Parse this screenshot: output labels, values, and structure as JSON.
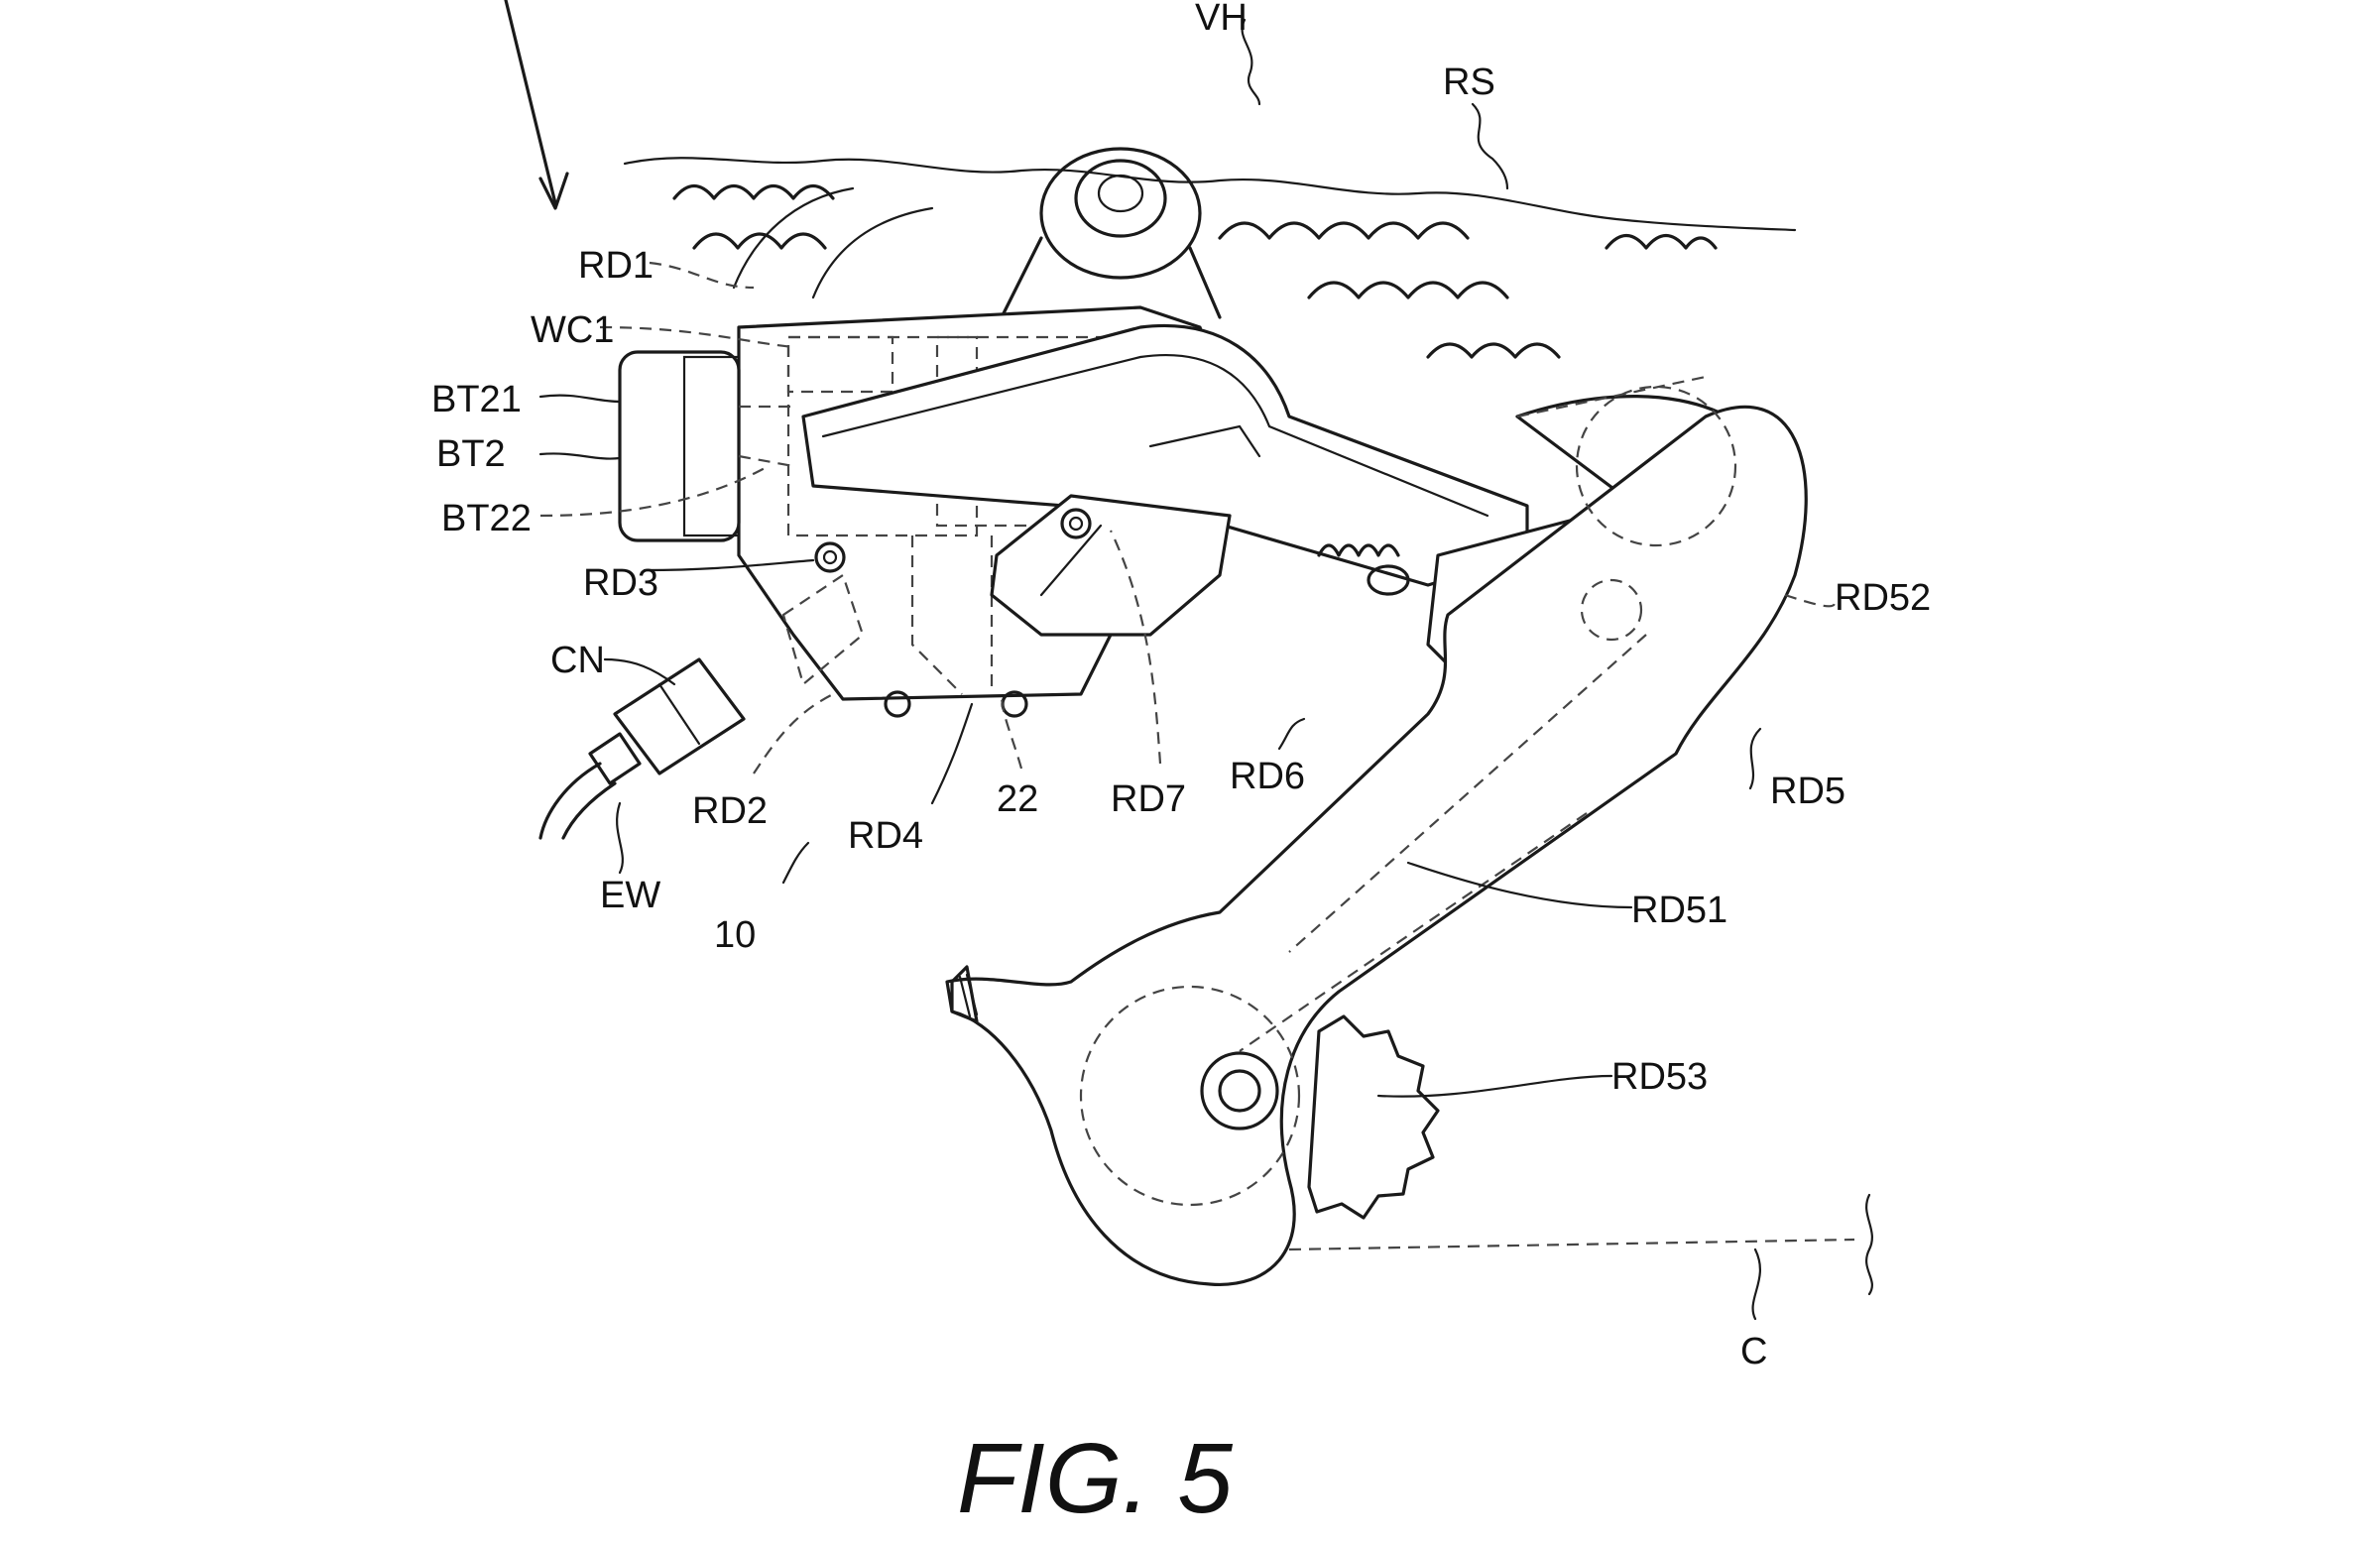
{
  "figure": {
    "caption": "FIG. 5",
    "labels": {
      "vh": "VH",
      "rs": "RS",
      "rd1": "RD1",
      "wc1": "WC1",
      "bt21": "BT21",
      "bt2": "BT2",
      "bt22": "BT22",
      "rd3": "RD3",
      "cn": "CN",
      "rd2": "RD2",
      "rd4": "RD4",
      "n22": "22",
      "rd7": "RD7",
      "rd6": "RD6",
      "rd5": "RD5",
      "rd52": "RD52",
      "rd51": "RD51",
      "rd53": "RD53",
      "ew": "EW",
      "n10": "10",
      "c": "C"
    }
  }
}
